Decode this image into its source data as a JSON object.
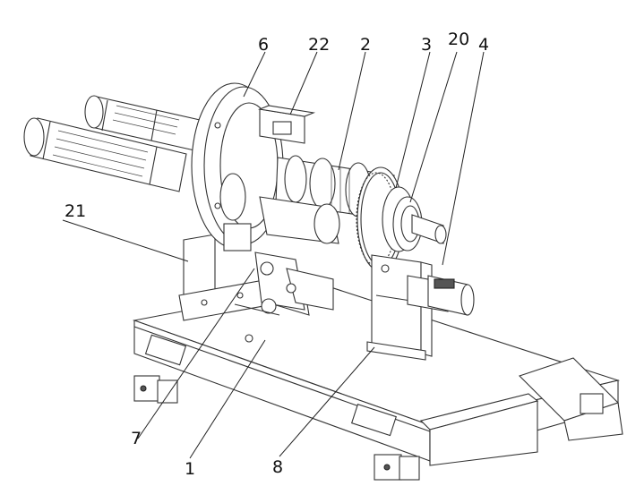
{
  "callouts": {
    "c6": "6",
    "c22": "22",
    "c2": "2",
    "c3": "3",
    "c20": "20",
    "c4": "4",
    "c21": "21",
    "c7": "7",
    "c1": "1",
    "c8": "8"
  }
}
